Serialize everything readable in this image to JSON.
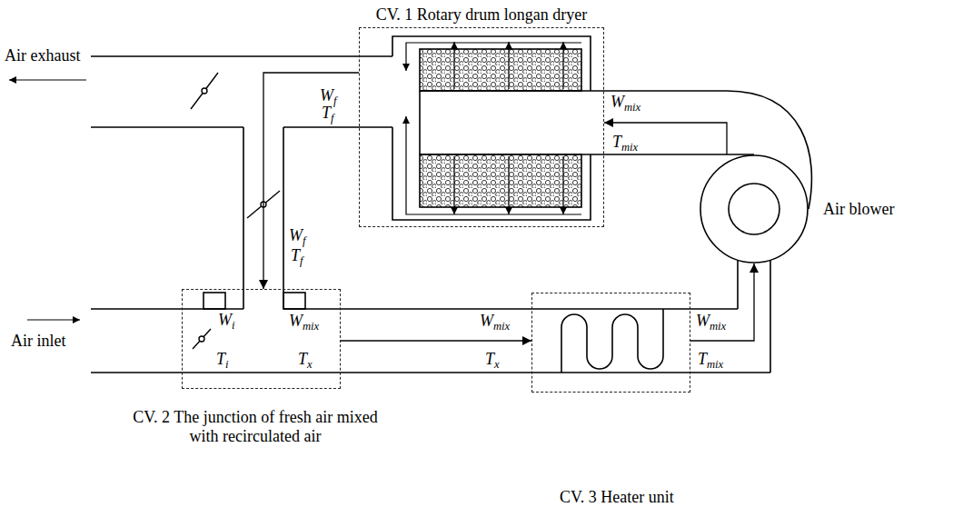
{
  "diagram": {
    "nodes": [
      {
        "text": [
          "CV. 1 Rotary drum longan dryer"
        ]
      },
      {
        "text": [
          "Air blower"
        ]
      },
      {
        "text": [
          "CV. 2 The junction of fresh air mixed with recirculated air"
        ]
      },
      {
        "text": [
          "CV. 3 Heater unit"
        ]
      }
    ],
    "edges": [
      {
        "from": 0,
        "to": 2,
        "arrow": "to"
      },
      {
        "from": 2,
        "to": 3,
        "arrow": "to"
      },
      {
        "from": 3,
        "to": 1,
        "arrow": "to"
      },
      {
        "from": 1,
        "to": 0,
        "arrow": "to"
      }
    ],
    "labels": [
      "Air exhaust",
      "Wf",
      "Tf",
      "Wmix",
      "Tmix",
      "Wf",
      "Tf",
      "Air inlet",
      "Wi",
      "Ti",
      "Wmix",
      "Tx",
      "Wmix",
      "Tx",
      "Wmix",
      "Tmix"
    ]
  }
}
